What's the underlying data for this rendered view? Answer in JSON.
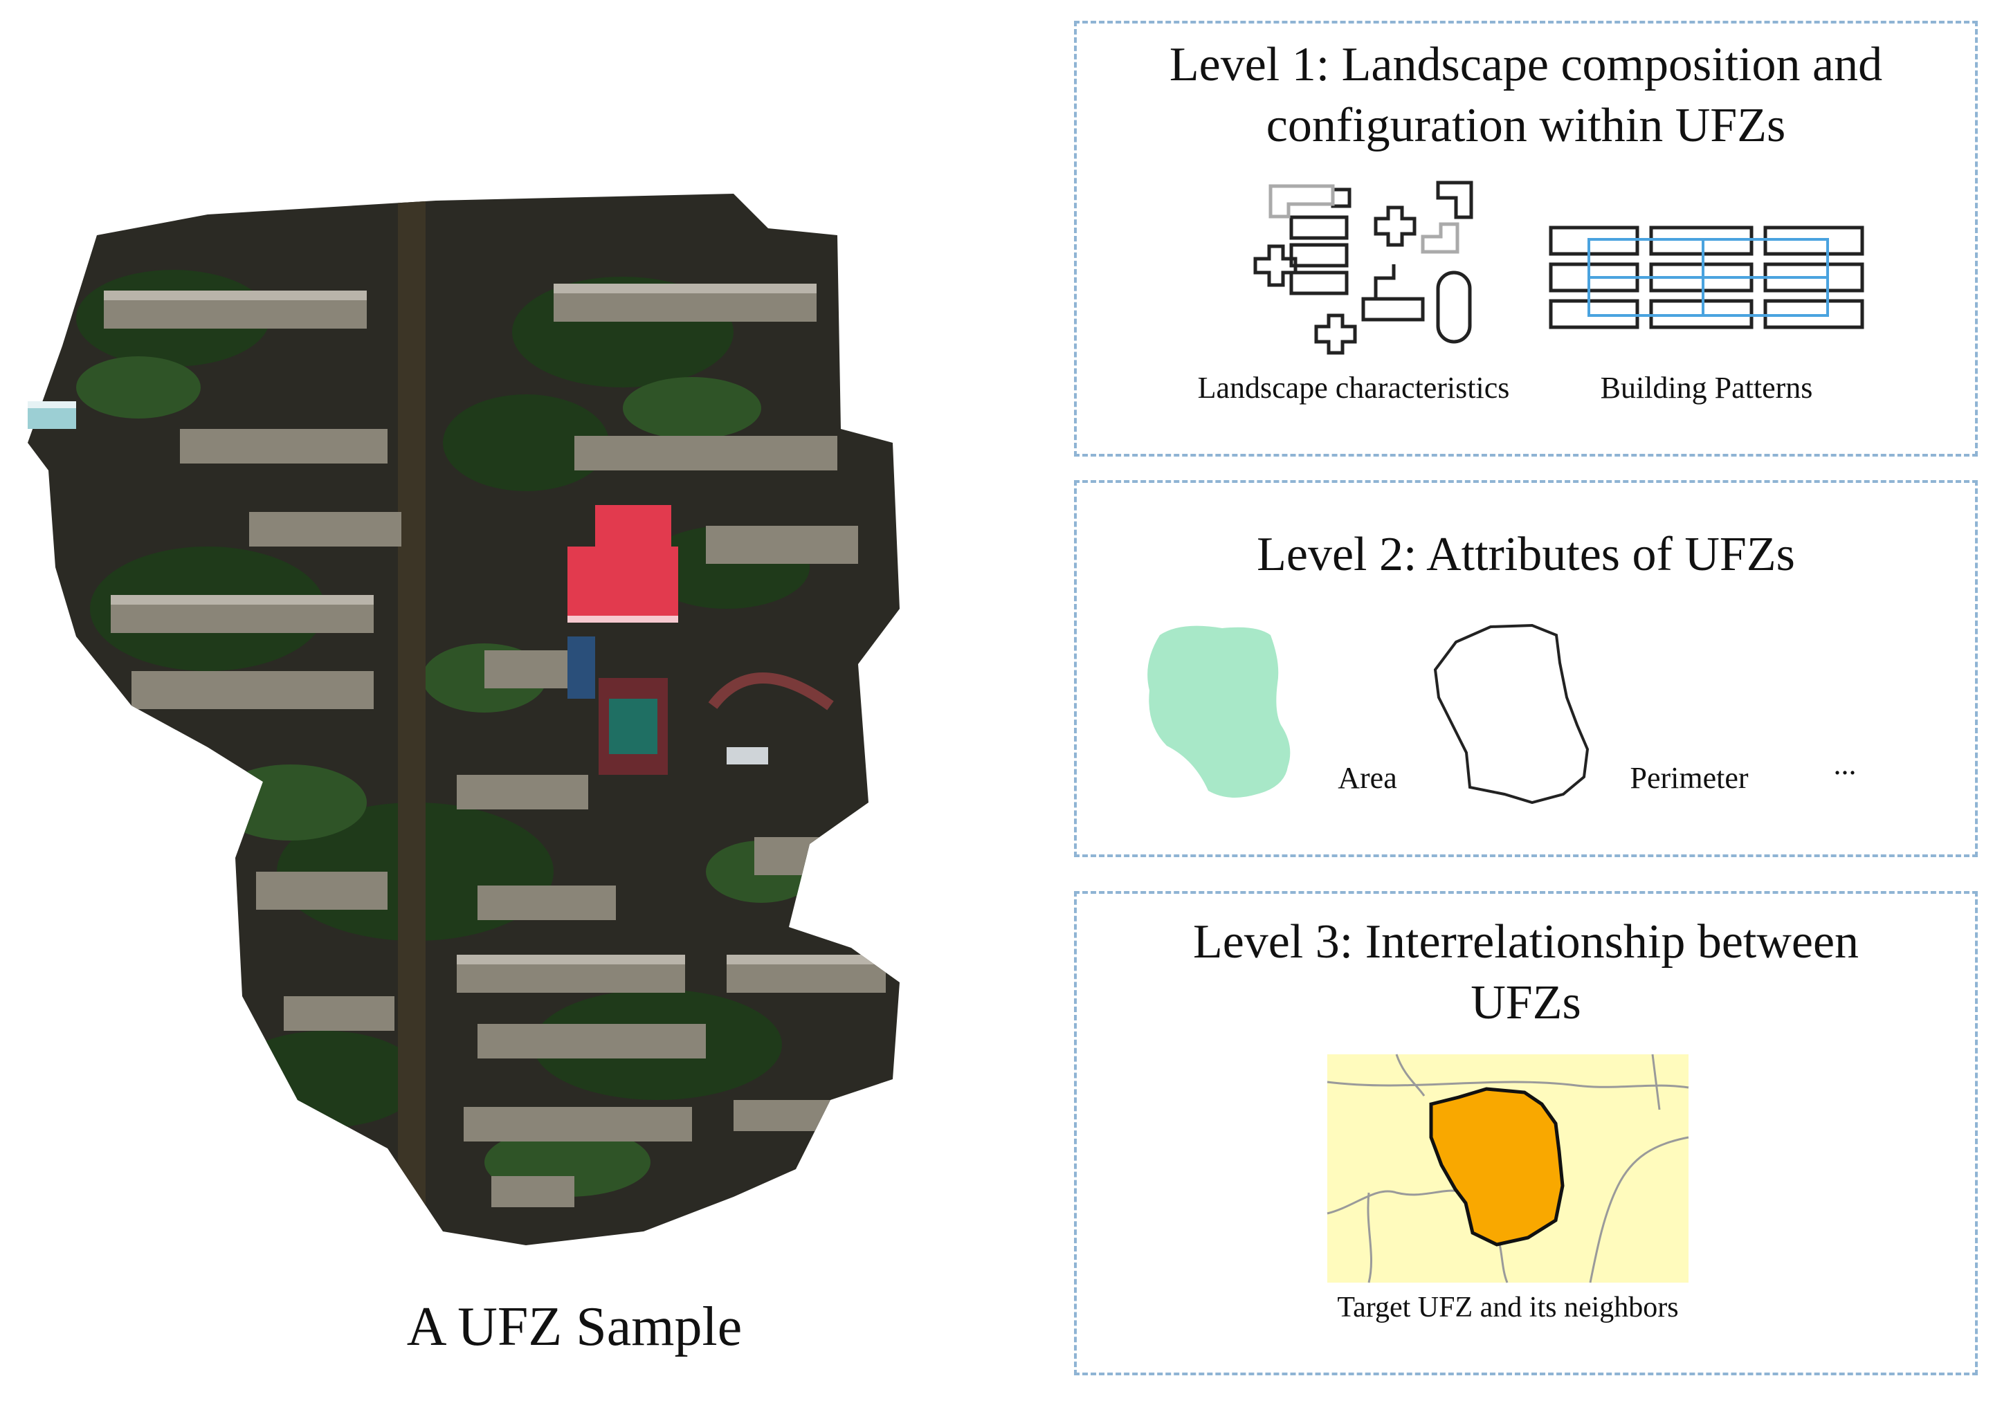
{
  "sample": {
    "caption": "A UFZ Sample"
  },
  "level1": {
    "title_line1": "Level 1: Landscape composition and",
    "title_line2": "configuration within UFZs",
    "landscape_label": "Landscape characteristics",
    "building_label": "Building Patterns"
  },
  "level2": {
    "title": "Level 2: Attributes of UFZs",
    "area_label": "Area",
    "perimeter_label": "Perimeter",
    "more_label": "..."
  },
  "level3": {
    "title_line1": "Level 3: Interrelationship between",
    "title_line2": "UFZs",
    "map_caption": "Target UFZ and its neighbors"
  },
  "colors": {
    "panel_border": "#8fb4d4",
    "area_fill": "#a8e8c8",
    "target_fill": "#f9a800",
    "map_background": "#fffbbd",
    "grid_highlight": "#4aa3df",
    "roof_red": "#e23a4e"
  }
}
